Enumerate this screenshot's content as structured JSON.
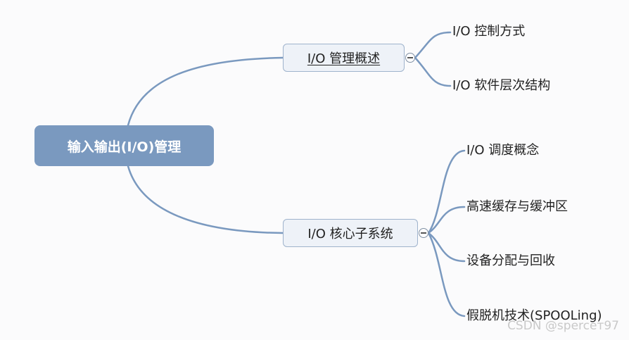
{
  "root": {
    "label": "输入输出(I/O)管理"
  },
  "branches": [
    {
      "label": "I/O 管理概述",
      "children": [
        "I/O 控制方式",
        "I/O 软件层次结构"
      ]
    },
    {
      "label": "I/O 核心子系统",
      "children": [
        "I/O 调度概念",
        "高速缓存与缓冲区",
        "设备分配与回收",
        "假脱机技术(SPOOLing)"
      ]
    }
  ],
  "colors": {
    "connector": "#7a99bf",
    "root_fill": "#7a99bf",
    "node_fill": "#eef2f8"
  },
  "watermark": "CSDN @sperceт97"
}
